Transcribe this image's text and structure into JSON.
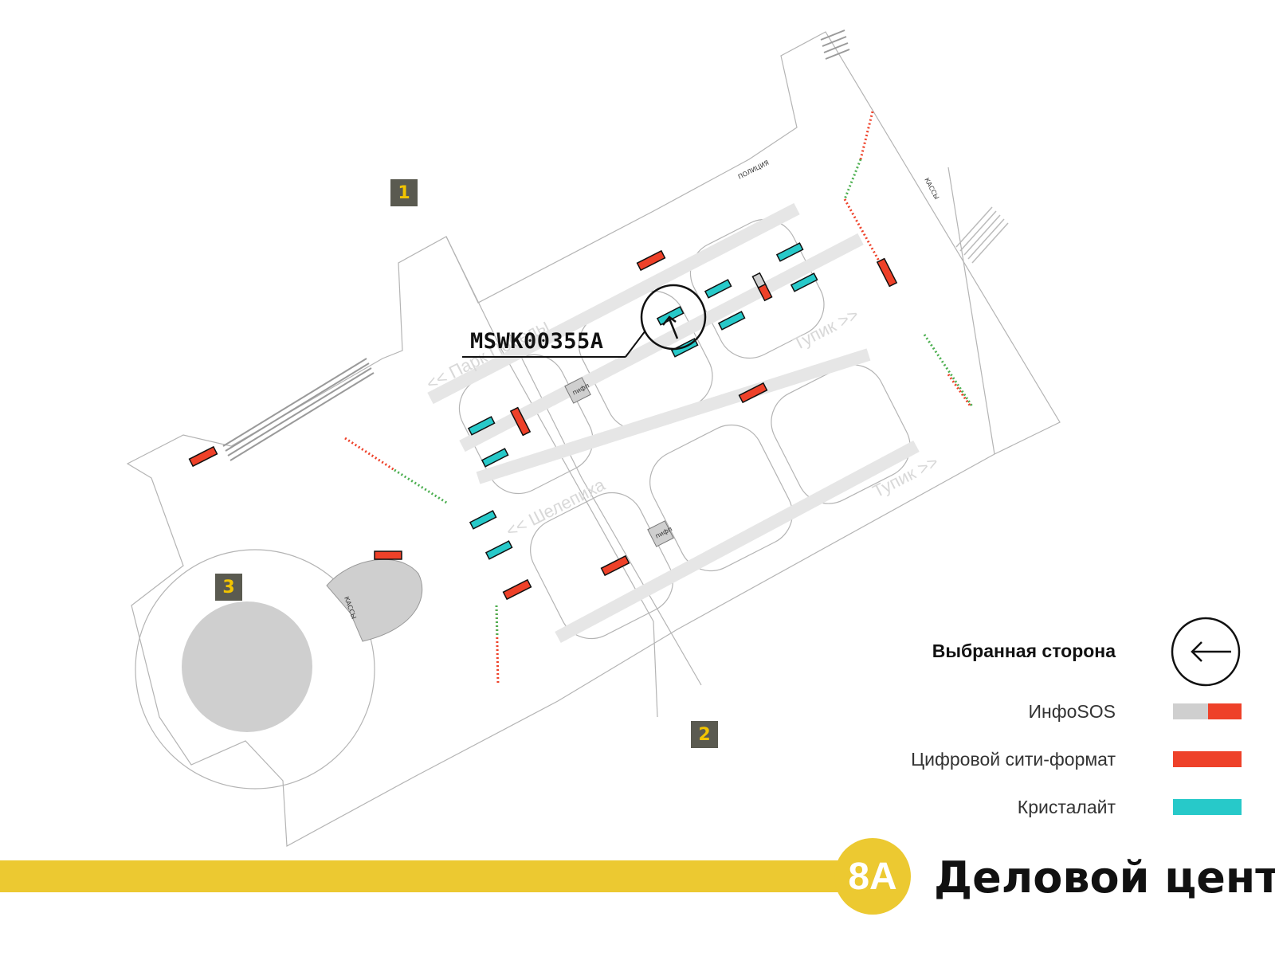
{
  "station": {
    "line_number": "8A",
    "name": "Деловой центр",
    "line_color": "#ecc931"
  },
  "selected_code": "MSWK00355A",
  "exits": [
    {
      "label": "1"
    },
    {
      "label": "2"
    },
    {
      "label": "3"
    }
  ],
  "map_labels": {
    "park": "<< Парк Победы",
    "shelepikha": "<< Шелепиха",
    "tupik_1": "Тупик >>",
    "tupik_2": "Тупик >>",
    "police": "ПОЛИЦИЯ",
    "kassy_1": "КАССЫ",
    "kassy_2": "КАССЫ",
    "pifp_1": "пифп",
    "pifp_2": "пифп"
  },
  "legend": {
    "selected_side": "Выбранная сторона",
    "infosos": "ИнфоSOS",
    "digital_city": "Цифровой сити-формат",
    "crystalight": "Кристалайт"
  },
  "colors": {
    "red": "#ee4129",
    "cyan": "#27c9c9",
    "grey": "#cfcfcf",
    "badge": "#5a5a50",
    "badge_text": "#f2c400"
  }
}
